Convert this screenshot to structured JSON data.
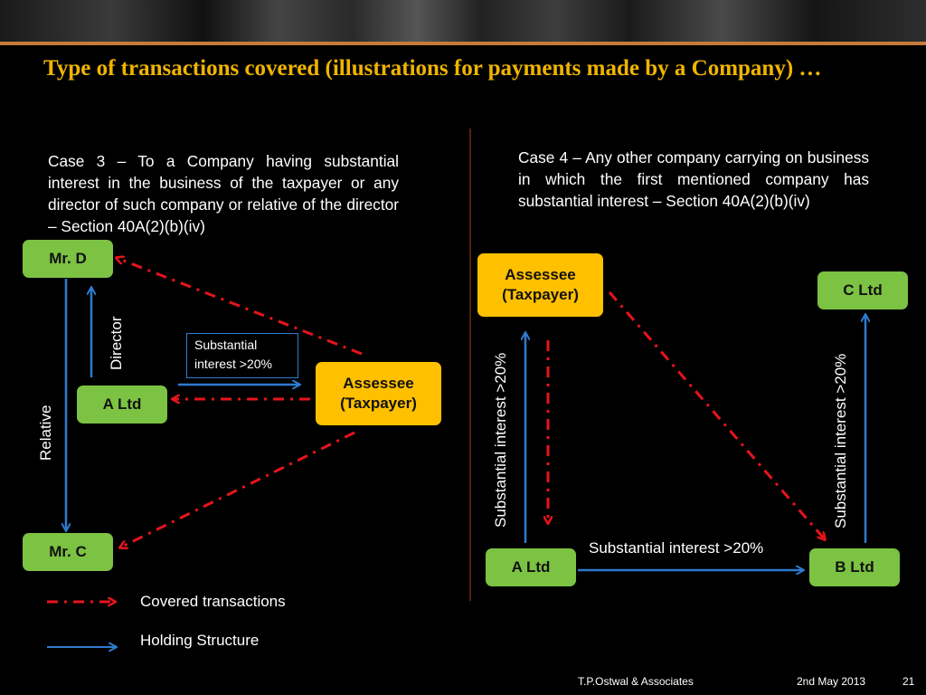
{
  "slide": {
    "title": "Type of transactions covered (illustrations for payments made by a Company) …"
  },
  "case3": {
    "text": "Case 3 – To a Company having substantial interest in the business of the taxpayer or any director of such company or relative of the director – Section 40A(2)(b)(iv)",
    "mr_d": "Mr. D",
    "a_ltd": "A Ltd",
    "mr_c": "Mr. C",
    "assessee": "Assessee (Taxpayer)",
    "director_label": "Director",
    "relative_label": "Relative",
    "substantial_note": "Substantial interest >20%"
  },
  "case4": {
    "text": "Case 4 – Any other company carrying on business in which the first mentioned company has substantial interest – Section 40A(2)(b)(iv)",
    "assessee": "Assessee (Taxpayer)",
    "c_ltd": "C Ltd",
    "a_ltd": "A Ltd",
    "b_ltd": "B Ltd",
    "left_vertical_label": "Substantial interest >20%",
    "right_vertical_label": "Substantial interest >20%",
    "horizontal_label": "Substantial interest >20%"
  },
  "legend": {
    "covered": "Covered transactions",
    "holding": "Holding Structure"
  },
  "colors": {
    "covered_arrow": "#e8141b",
    "holding_arrow": "#2e7bcf",
    "title": "#f0b400",
    "entity_box": "#7cc243",
    "assessee_box": "#ffc000"
  },
  "footer": {
    "firm": "T.P.Ostwal &  Associates",
    "date": "2nd May 2013",
    "page": "21"
  }
}
